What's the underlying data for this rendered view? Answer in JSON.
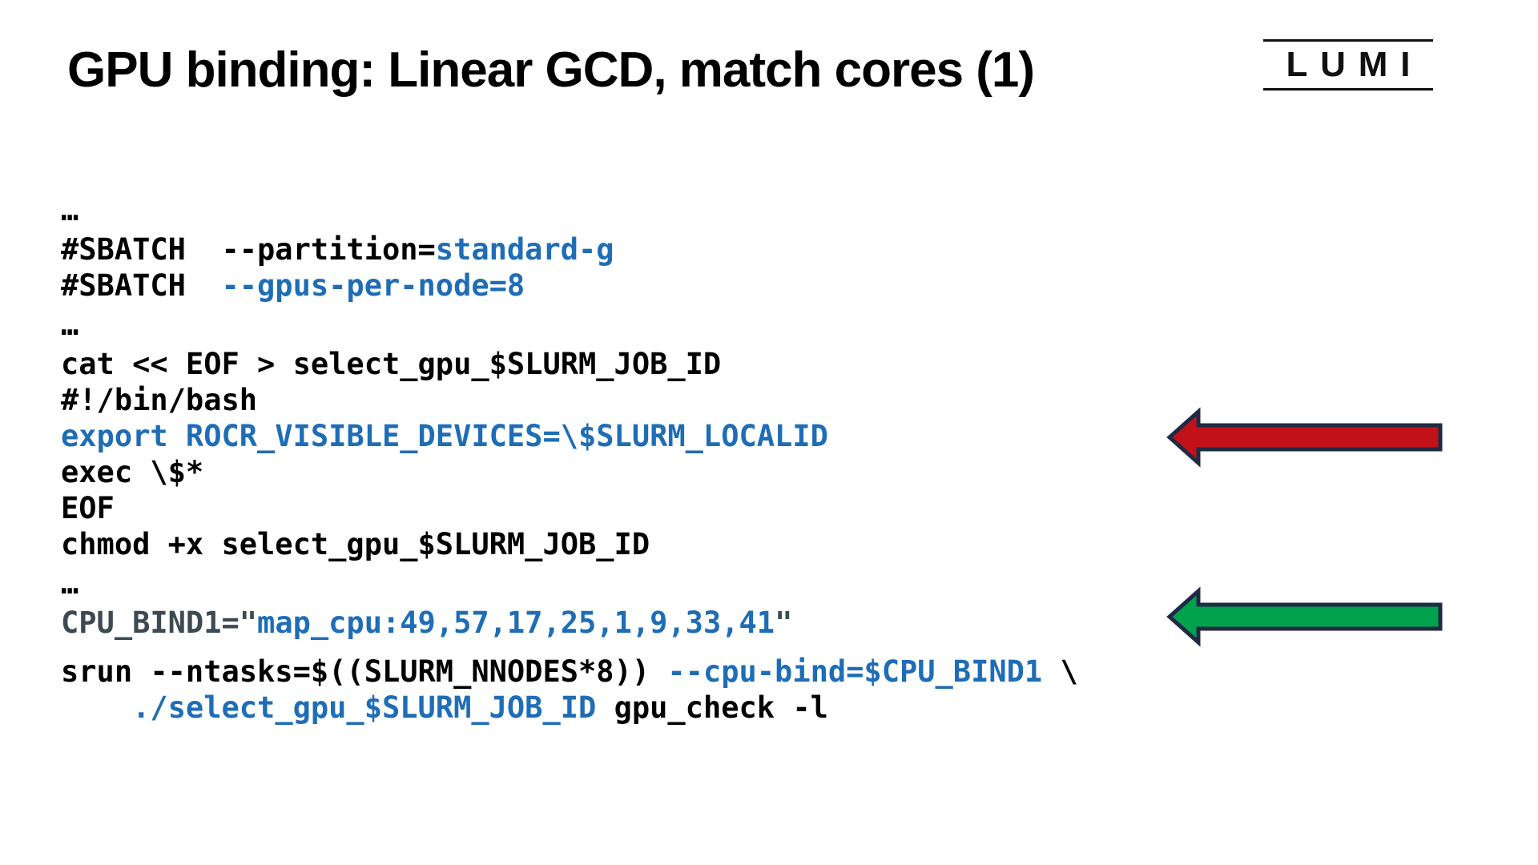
{
  "slide": {
    "title": "GPU binding: Linear GCD, match cores (1)",
    "logo_text": "LUMI"
  },
  "code": {
    "colors": {
      "default": "#000000",
      "blue": "#1E6DB6",
      "slate": "#3E4A52"
    },
    "paragraphs": [
      {
        "gap": 0,
        "lines": [
          [
            {
              "t": "…",
              "c": "k"
            }
          ]
        ]
      },
      {
        "gap": 4,
        "lines": [
          [
            {
              "t": "#SBATCH  --partition=",
              "c": "k"
            },
            {
              "t": "standard-g",
              "c": "b"
            }
          ],
          [
            {
              "t": "#SBATCH  ",
              "c": "k"
            },
            {
              "t": "--gpus-per-node=8",
              "c": "b"
            }
          ]
        ]
      },
      {
        "gap": 4,
        "lines": [
          [
            {
              "t": "…",
              "c": "k"
            }
          ]
        ]
      },
      {
        "gap": 4,
        "lines": [
          [
            {
              "t": "cat << EOF > select_gpu_$SLURM_JOB_ID",
              "c": "k"
            }
          ],
          [
            {
              "t": "#!/bin/bash",
              "c": "k"
            }
          ],
          [
            {
              "t": "export ROCR_VISIBLE_DEVICES=\\$SLURM_LOCALID",
              "c": "b"
            }
          ],
          [
            {
              "t": "exec \\$*",
              "c": "k"
            }
          ],
          [
            {
              "t": "EOF",
              "c": "k"
            }
          ],
          [
            {
              "t": "chmod +x select_gpu_$SLURM_JOB_ID",
              "c": "k"
            }
          ]
        ]
      },
      {
        "gap": 4,
        "lines": [
          [
            {
              "t": "…",
              "c": "k"
            }
          ]
        ]
      },
      {
        "gap": 4,
        "lines": [
          [
            {
              "t": "CPU_BIND1=\"",
              "c": "g"
            },
            {
              "t": "map_cpu:49,57,17,25,1,9,33,41",
              "c": "b"
            },
            {
              "t": "\"",
              "c": "g"
            }
          ]
        ]
      },
      {
        "gap": 16,
        "lines": [
          [
            {
              "t": "srun --ntasks=$((SLURM_NNODES*8)) ",
              "c": "k"
            },
            {
              "t": "--cpu-bind=$CPU_BIND1",
              "c": "b"
            },
            {
              "t": " \\",
              "c": "k"
            }
          ],
          [
            {
              "t": "    ",
              "c": "k"
            },
            {
              "t": "./select_gpu_$SLURM_JOB_ID",
              "c": "b"
            },
            {
              "t": " gpu_check -l",
              "c": "k"
            }
          ]
        ]
      }
    ]
  },
  "arrows": {
    "stroke": "#1F2A44",
    "red": {
      "fill": "#C31119",
      "label": "highlights export ROCR_VISIBLE_DEVICES line"
    },
    "green": {
      "fill": "#00A24D",
      "label": "highlights CPU_BIND1 map_cpu line"
    }
  }
}
